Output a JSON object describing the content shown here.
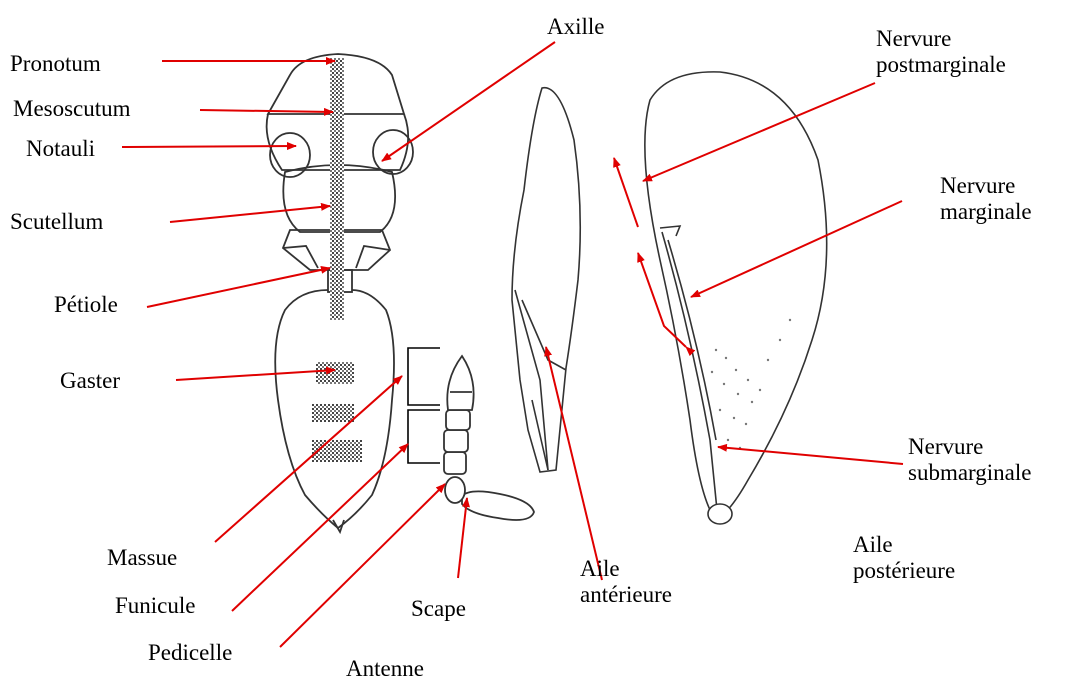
{
  "labels": {
    "pronotum": "Pronotum",
    "mesoscutum": "Mesoscutum",
    "notauli": "Notauli",
    "axille": "Axille",
    "scutellum": "Scutellum",
    "petiole": "Pétiole",
    "gaster": "Gaster",
    "massue": "Massue",
    "funicule": "Funicule",
    "pedicelle": "Pedicelle",
    "scape": "Scape",
    "antenne": "Antenne",
    "aile_anterieure": "Aile antérieure",
    "aile_posterieure": "Aile postérieure",
    "nervure_postmarginale": "Nervure postmarginale",
    "nervure_marginale": "Nervure marginale",
    "nervure_submarginale": "Nervure submarginale"
  },
  "colors": {
    "arrow": "#e00000",
    "outline": "#333333",
    "shading": "#555555"
  }
}
